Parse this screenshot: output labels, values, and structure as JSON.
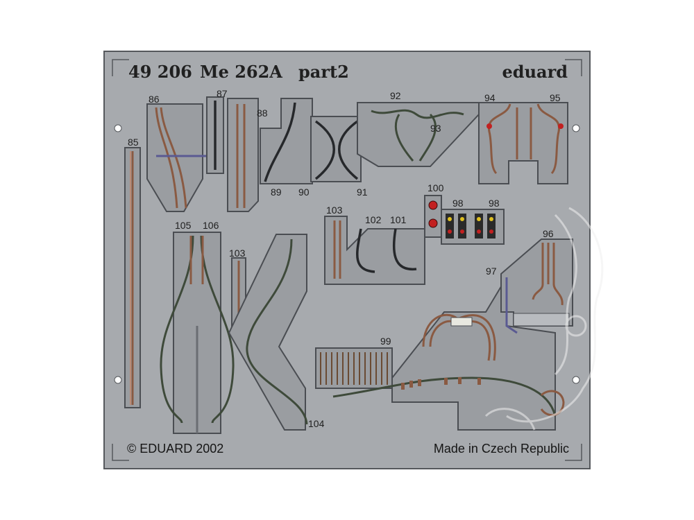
{
  "sheet": {
    "code": "49 206",
    "model": "Me 262A",
    "part": "part2",
    "brand": "eduard",
    "copyright": "© EDUARD 2002",
    "origin": "Made in Czech Republic"
  },
  "part_numbers": {
    "p85": "85",
    "p86": "86",
    "p87": "87",
    "p88": "88",
    "p89": "89",
    "p90": "90",
    "p91": "91",
    "p92": "92",
    "p93": "93",
    "p94": "94",
    "p95": "95",
    "p96": "96",
    "p97": "97",
    "p98a": "98",
    "p98b": "98",
    "p99": "99",
    "p100": "100",
    "p101": "101",
    "p102": "102",
    "p103a": "103",
    "p103b": "103",
    "p104": "104",
    "p105": "105",
    "p106": "106"
  },
  "colors": {
    "fret": "#a7aaae",
    "part": "#9a9da1",
    "outline": "#4a4d52",
    "copper_wire": "#8a5a42",
    "black_wire": "#26282b",
    "green_wire": "#3e4a3a",
    "blue_wire": "#5a5a92",
    "red_dot": "#c22020",
    "yellow_dot": "#e0c020"
  }
}
